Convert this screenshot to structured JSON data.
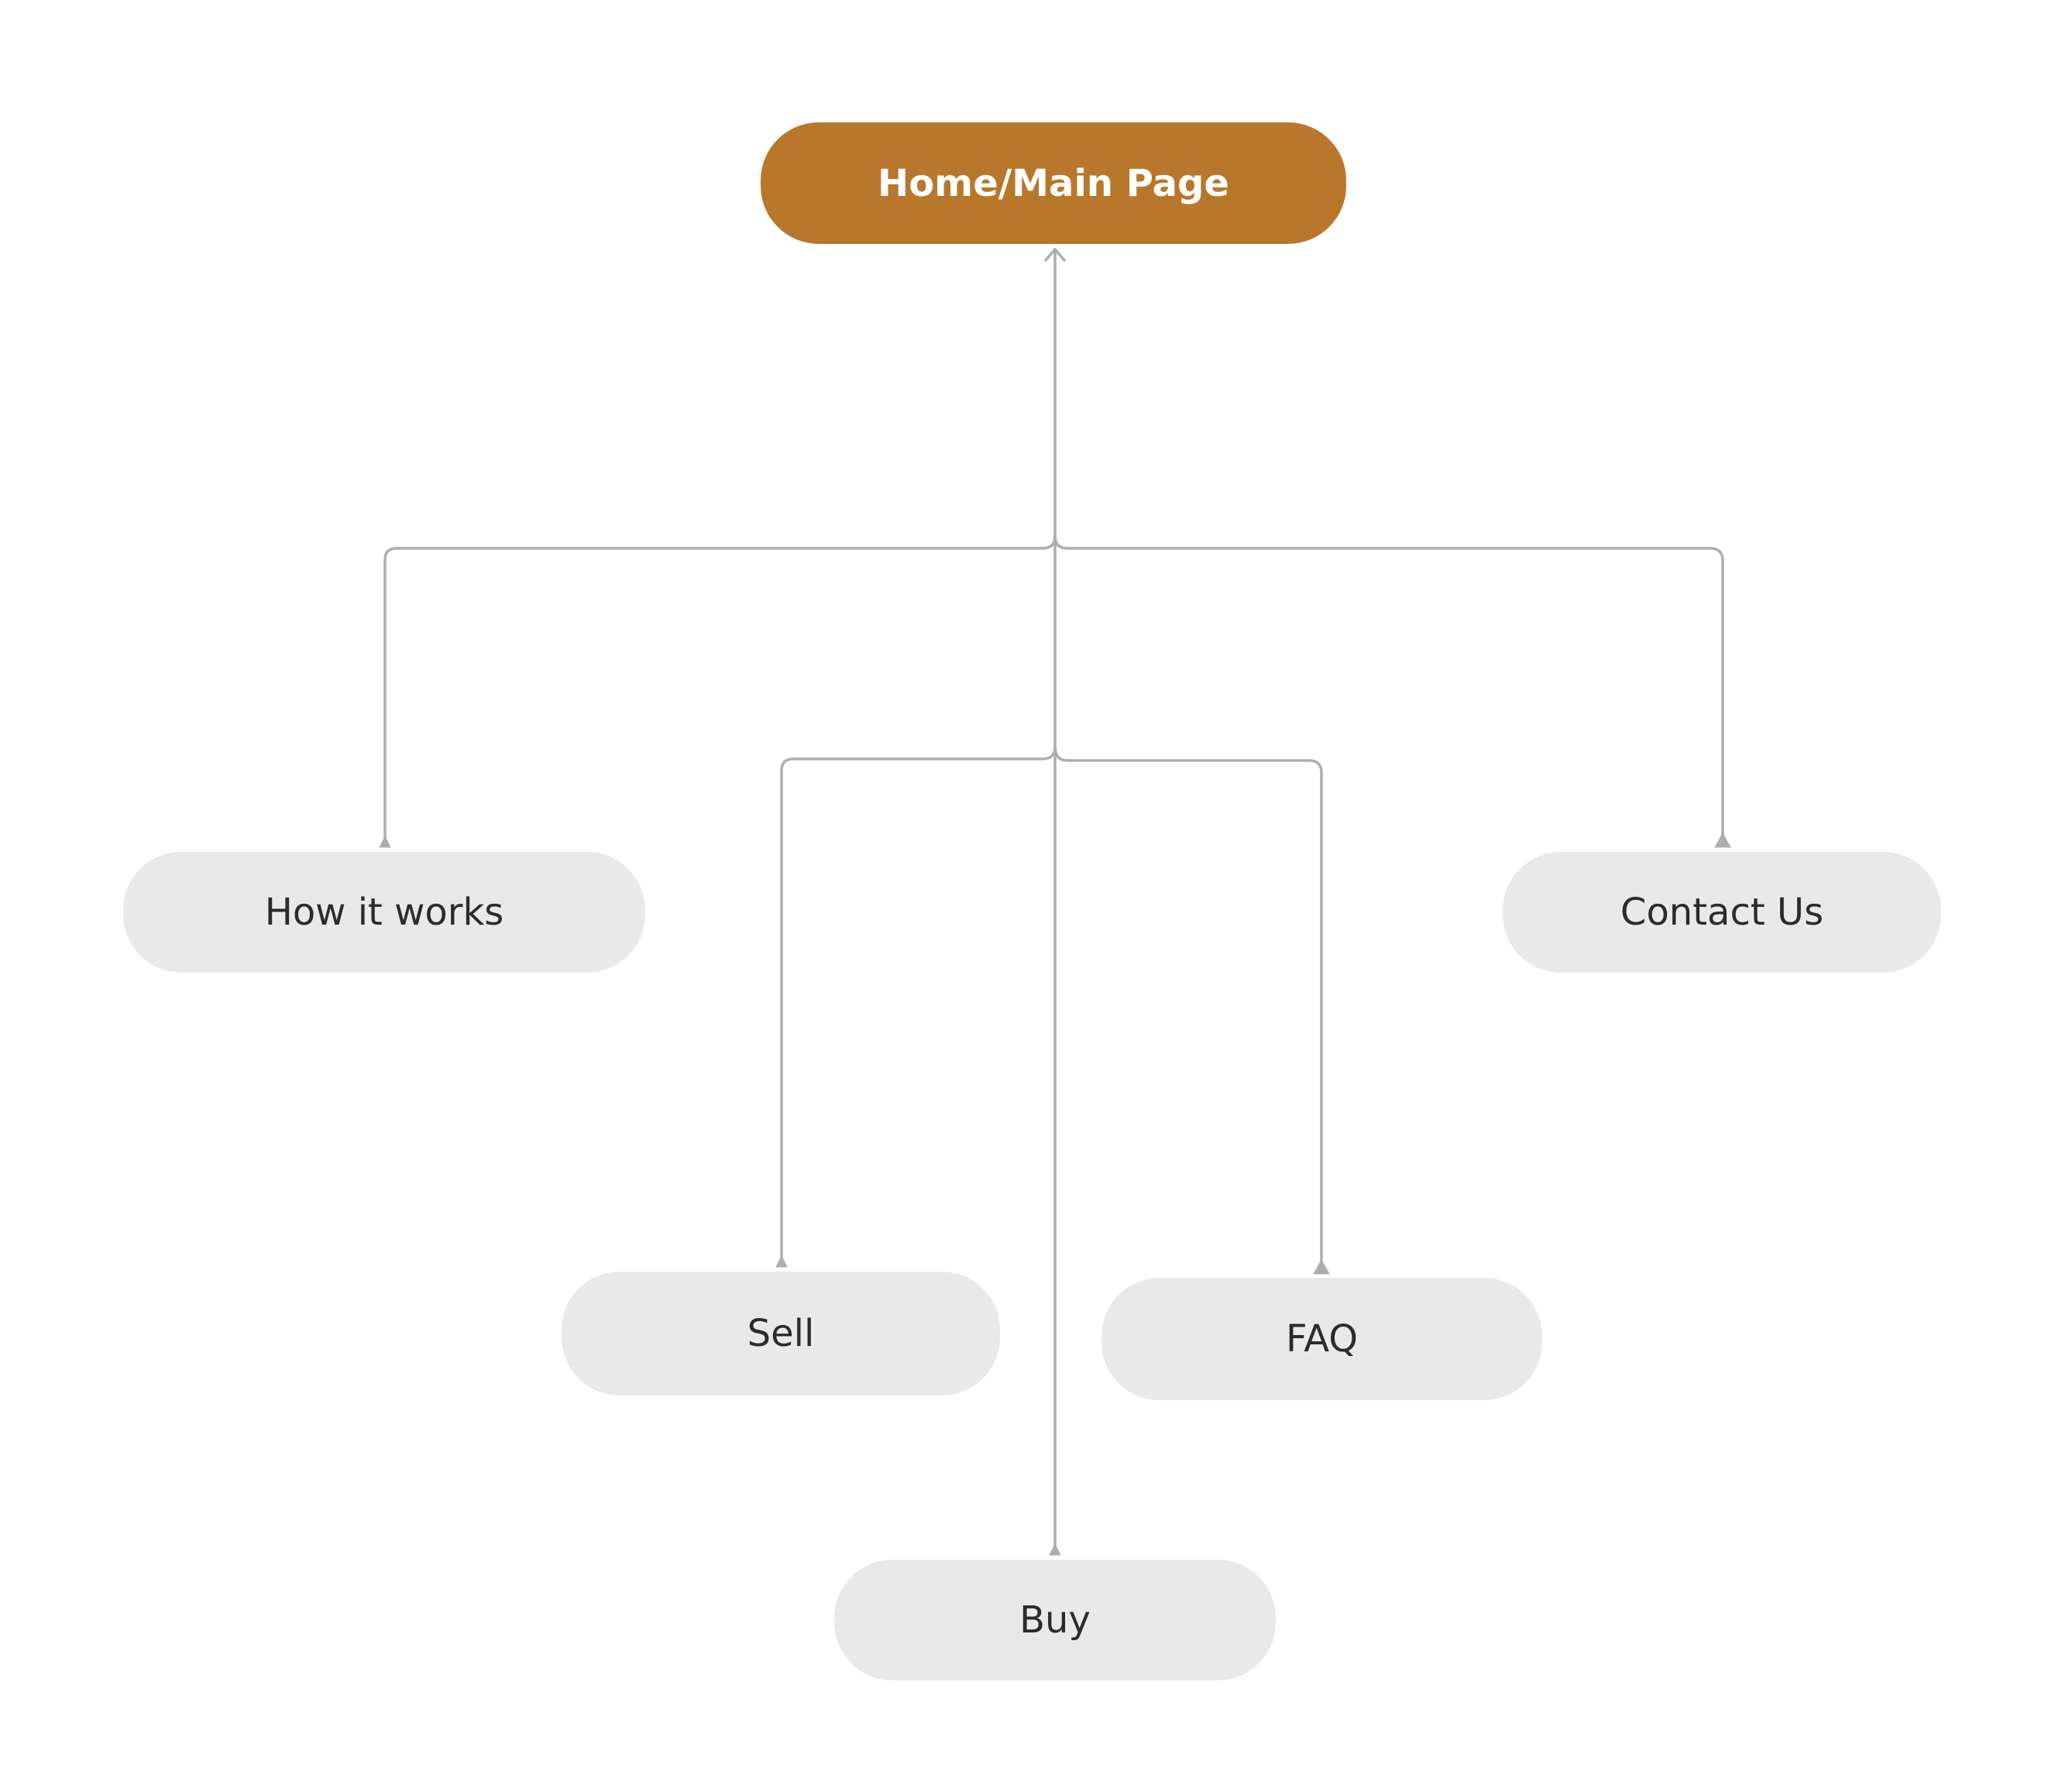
{
  "colors": {
    "root_fill": "#B8772A",
    "child_fill": "#E9E9E9",
    "connector": "#ADADAD",
    "root_text": "#FFFFFF",
    "child_text": "#2B2B2B"
  },
  "root": {
    "label": "Home/Main Page"
  },
  "children": {
    "how_it_works": {
      "label": "How it works"
    },
    "contact_us": {
      "label": "Contact Us"
    },
    "sell": {
      "label": "Sell"
    },
    "faq": {
      "label": "FAQ"
    },
    "buy": {
      "label": "Buy"
    }
  }
}
